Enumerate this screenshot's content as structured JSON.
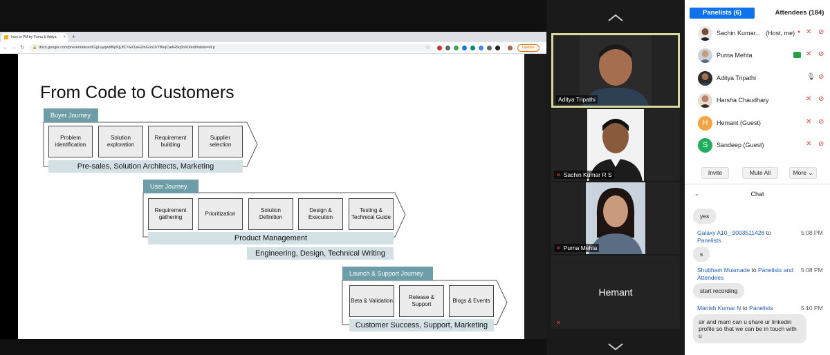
{
  "browser": {
    "tab_title": "Intro to PM by Purna & Aditya",
    "tab_close": "×",
    "new_tab": "+",
    "url": "docs.google.com/presentation/d/1gLuyqwbf6pKjUfC7wX1eH2lnGnn1hYBsqCaAR9q3oX0/edit#slide=id.p",
    "update_label": "Update"
  },
  "slide": {
    "title": "From Code to Customers",
    "buyer": {
      "label": "Buyer Journey",
      "stages": [
        "Problem identification",
        "Solution exploration",
        "Requirement building",
        "Supplier selection"
      ],
      "bar": "Pre-sales, Solution Architects, Marketing"
    },
    "user": {
      "label": "User Journey",
      "stages": [
        "Requirement gathering",
        "Prioritization",
        "Solution Definition",
        "Design & Execution",
        "Testing & Technical Guide"
      ],
      "bar": "Product Management",
      "bar2": "Engineering, Design, Technical Writing"
    },
    "launch": {
      "label": "Launch & Support Journey",
      "stages": [
        "Beta & Validation",
        "Release & Support",
        "Blogs & Events"
      ],
      "bar": "Customer Success, Support, Marketing"
    }
  },
  "videos": [
    {
      "name": "Aditya Tripathi",
      "active": true
    },
    {
      "name": "Sachin Kumar R S",
      "muted": true
    },
    {
      "name": "Purna Mehta",
      "muted": true
    },
    {
      "name": "Hemant",
      "muted": true
    }
  ],
  "panel": {
    "tab_panelists": "Panelists (6)",
    "tab_attendees": "Attendees (184)",
    "panelists": [
      {
        "name": "Sachin Kumar...",
        "role": "(Host, me)"
      },
      {
        "name": "Purna Mehta"
      },
      {
        "name": "Aditya Tripathi"
      },
      {
        "name": "Harsha Chaudhary"
      },
      {
        "name": "Hemant (Guest)",
        "initial": "H",
        "color": "#f5a540"
      },
      {
        "name": "Sandeep (Guest)",
        "initial": "S",
        "color": "#1fae5b"
      }
    ],
    "buttons": {
      "invite": "Invite",
      "mute_all": "Mute All",
      "more": "More"
    },
    "chat_title": "Chat",
    "chat": [
      {
        "text": "yes"
      },
      {
        "sender": "Galaxy A10_ 9003511428",
        "to": "to",
        "target": "Panelists",
        "time": "5:08 PM",
        "text": "s"
      },
      {
        "sender": "Shubham Musmade",
        "to": "to",
        "target": "Panelists and Attendees",
        "time": "5:08 PM",
        "text": "start recording"
      },
      {
        "sender": "Manish Kumar N",
        "to": "to",
        "target": "Panelists",
        "time": "5:10 PM",
        "text": "sir and mam can u share ur linkedin profile so that we can be in touch with u"
      }
    ]
  }
}
